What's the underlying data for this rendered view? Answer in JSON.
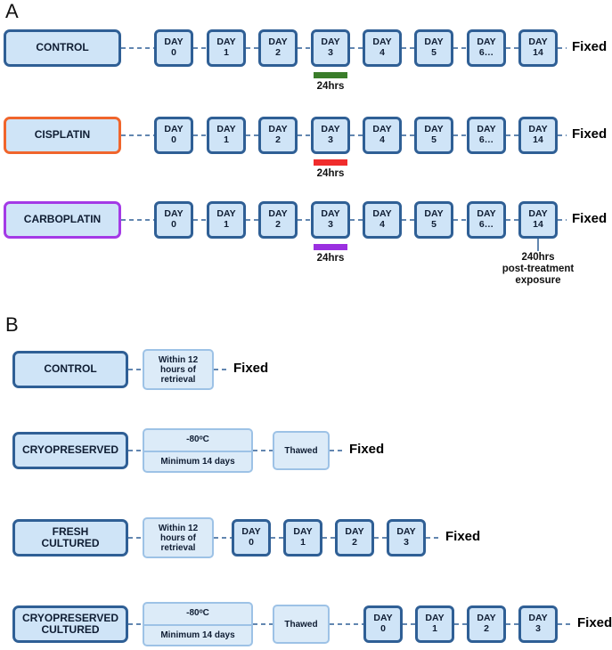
{
  "panel_a": {
    "label": "A",
    "rows": [
      {
        "group": "CONTROL",
        "days": [
          [
            "DAY",
            "0"
          ],
          [
            "DAY",
            "1"
          ],
          [
            "DAY",
            "2"
          ],
          [
            "DAY",
            "3"
          ],
          [
            "DAY",
            "4"
          ],
          [
            "DAY",
            "5"
          ],
          [
            "DAY",
            "6…"
          ],
          [
            "DAY",
            "14"
          ]
        ],
        "end": "Fixed",
        "exposure": "24hrs",
        "exposure_color": "#3a7d2a",
        "border_color": "#2f5f95"
      },
      {
        "group": "CISPLATIN",
        "days": [
          [
            "DAY",
            "0"
          ],
          [
            "DAY",
            "1"
          ],
          [
            "DAY",
            "2"
          ],
          [
            "DAY",
            "3"
          ],
          [
            "DAY",
            "4"
          ],
          [
            "DAY",
            "5"
          ],
          [
            "DAY",
            "6…"
          ],
          [
            "DAY",
            "14"
          ]
        ],
        "end": "Fixed",
        "exposure": "24hrs",
        "exposure_color": "#f02c2c",
        "border_color": "#f0652c"
      },
      {
        "group": "CARBOPLATIN",
        "days": [
          [
            "DAY",
            "0"
          ],
          [
            "DAY",
            "1"
          ],
          [
            "DAY",
            "2"
          ],
          [
            "DAY",
            "3"
          ],
          [
            "DAY",
            "4"
          ],
          [
            "DAY",
            "5"
          ],
          [
            "DAY",
            "6…"
          ],
          [
            "DAY",
            "14"
          ]
        ],
        "end": "Fixed",
        "exposure": "24hrs",
        "exposure_color": "#9b30e0",
        "border_color": "#a43ae6"
      }
    ],
    "post_treatment_note": "240hrs\npost-treatment\nexposure"
  },
  "panel_b": {
    "label": "B",
    "rows": [
      {
        "group": "CONTROL",
        "step1": "Within 12\nhours of\nretrieval",
        "end": "Fixed"
      },
      {
        "group": "CRYOPRESERVED",
        "step1_top": "-80ᵒC",
        "step1_bottom": "Minimum 14 days",
        "step2": "Thawed",
        "end": "Fixed"
      },
      {
        "group": "FRESH\nCULTURED",
        "step1": "Within 12\nhours of\nretrieval",
        "days": [
          [
            "DAY",
            "0"
          ],
          [
            "DAY",
            "1"
          ],
          [
            "DAY",
            "2"
          ],
          [
            "DAY",
            "3"
          ]
        ],
        "end": "Fixed"
      },
      {
        "group": "CRYOPRESERVED\nCULTURED",
        "step1_top": "-80ᵒC",
        "step1_bottom": "Minimum 14 days",
        "step2": "Thawed",
        "days": [
          [
            "DAY",
            "0"
          ],
          [
            "DAY",
            "1"
          ],
          [
            "DAY",
            "2"
          ],
          [
            "DAY",
            "3"
          ]
        ],
        "end": "Fixed"
      }
    ]
  },
  "colors": {
    "box_fill": "#cfe4f7",
    "box_border": "#2f5f95",
    "light_fill": "#dcebf8",
    "light_border": "#9dc2e6",
    "connector": "#2f5f95"
  }
}
